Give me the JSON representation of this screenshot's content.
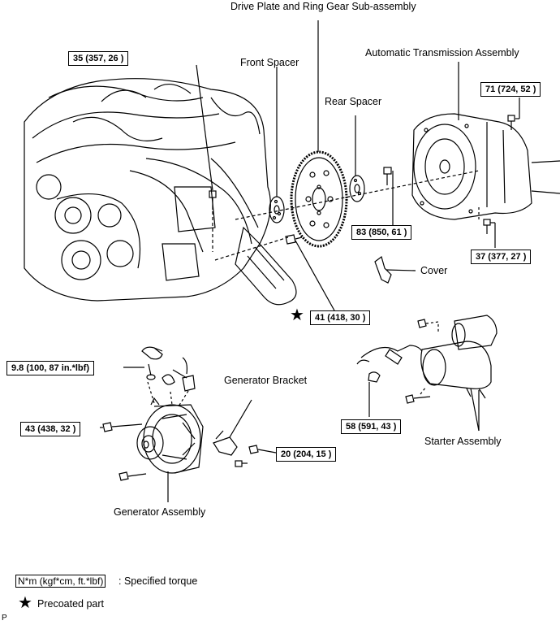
{
  "labels": {
    "drive_plate": "Drive Plate and  Ring Gear Sub-assembly",
    "automatic_transmission": "Automatic Transmission Assembly",
    "front_spacer": "Front Spacer",
    "rear_spacer": "Rear Spacer",
    "cover": "Cover",
    "generator_bracket": "Generator Bracket",
    "starter_assembly": "Starter Assembly",
    "generator_assembly": "Generator Assembly"
  },
  "torques": {
    "t35": "35 (357, 26 )",
    "t71": "71 (724, 52 )",
    "t83": "83 (850, 61 )",
    "t37": "37 (377, 27 )",
    "t41": "41 (418, 30 )",
    "t98": "9.8 (100, 87 in.*lbf)",
    "t43": "43 (438, 32 )",
    "t58": "58 (591, 43 )",
    "t20": "20 (204, 15 )"
  },
  "legend": {
    "torque_unit": "N*m (kgf*cm, ft.*lbf)",
    "torque_desc": ": Specified torque",
    "star_symbol": "★",
    "precoated": "Precoated part"
  },
  "corner_mark": "P"
}
